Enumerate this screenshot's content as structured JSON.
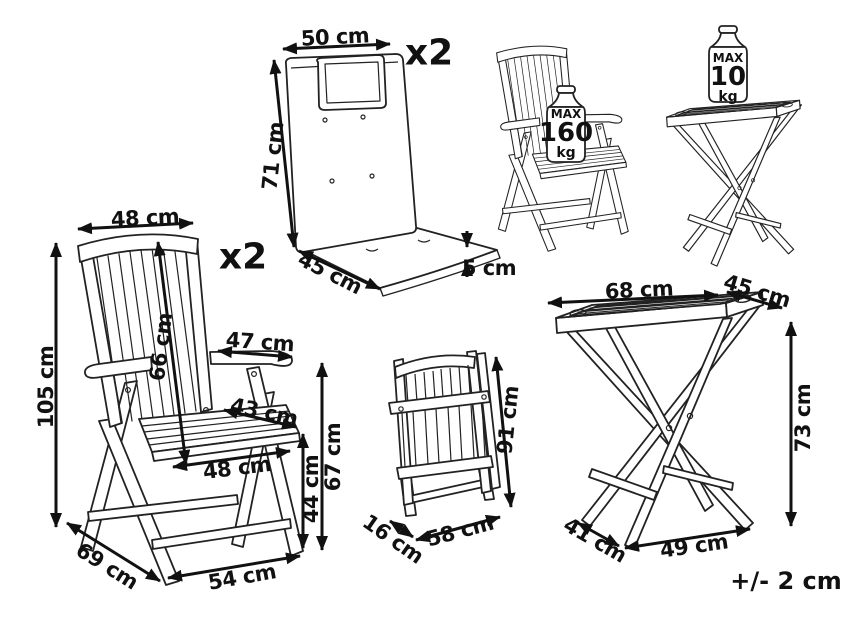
{
  "figure": {
    "tolerance": "+/- 2 cm"
  },
  "colors": {
    "line": "#222222",
    "text": "#111111",
    "background": "#ffffff"
  },
  "cushion": {
    "qty": "x2",
    "width": "50 cm",
    "back_height": "71 cm",
    "seat_depth": "45 cm",
    "thickness": "5 cm"
  },
  "chair": {
    "qty": "x2",
    "height": "105 cm",
    "back_width": "48 cm",
    "back_height": "66 cm",
    "armrest_length": "47 cm",
    "seat_depth": "43 cm",
    "seat_width": "48 cm",
    "seat_height": "44 cm",
    "armrest_height": "67 cm",
    "depth": "69 cm",
    "width": "54 cm",
    "max_load": {
      "label": "MAX",
      "value": "160",
      "unit": "kg"
    }
  },
  "folded_chair": {
    "height": "91 cm",
    "depth": "16 cm",
    "width": "58 cm"
  },
  "table": {
    "length": "68 cm",
    "depth": "45 cm",
    "height": "73 cm",
    "foot_depth": "41 cm",
    "foot_width": "49 cm",
    "max_load": {
      "label": "MAX",
      "value": "10",
      "unit": "kg"
    }
  }
}
